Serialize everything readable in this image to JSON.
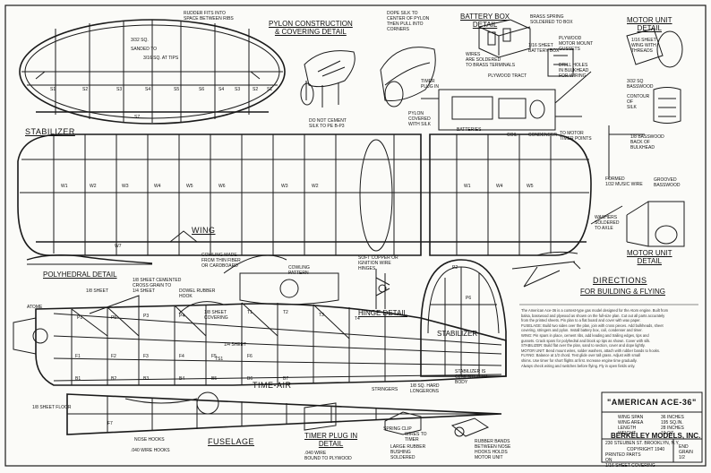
{
  "titles": {
    "pylon": "PYLON CONSTRUCTION\n& COVERING DETAIL",
    "battery": "BATTERY BOX\nDETAIL",
    "motor_unit": "MOTOR UNIT\nDETAIL",
    "stabilizer": "STABILIZER",
    "wing": "WING",
    "polyhedral": "POLYHEDRAL DETAIL",
    "hinge": "HINGE DETAIL",
    "directions": "DIRECTIONS",
    "directions_sub": "FOR BUILDING & FLYING",
    "fuselage": "FUSELAGE",
    "timer": "TIMER PLUG IN\nDETAIL",
    "motor_unit_bottom": "MOTOR UNIT\nDETAIL",
    "stabilizer_fus": "STABILIZER",
    "time_air": "TIME-AIR"
  },
  "notes": {
    "rudder_fits": "RUDDER FITS INTO\nSPACE BETWEEN RIBS",
    "dope_silk": "DOPE SILK TO\nCENTER OF PYLON\nTHEN PULL INTO\nCORNERS",
    "brass_spring": "BRASS SPRING\nSOLDERED TO BOX",
    "wires_soldered": "WIRES\nARE SOLDERED\nTO BRASS TERMINALS",
    "plywood_mount": "PLYWOOD\nMOTOR MOUNT\nGUSSETS",
    "drill_holes": "DRILL HOLES\nIN BULKHEAD\nFOR WIRING",
    "timer_plug": "TIMER\nPLUG IN",
    "plywood_tract": "PLYWOOD TRACT",
    "batteries": "BATTERIES",
    "coil": "COIL",
    "condenser": "CONDENSER",
    "to_motor": "TO MOTOR\nTIMER POINTS",
    "do_not_cement": "DO NOT CEMENT\nSILK TO PE B-P3",
    "pylon_covered": "PYLON\nCOVERED\nWITH SILK",
    "cowling_made": "COWLING MADE\nFROM THIN FIBER\nOR CARDBOARD",
    "cowling_pattern": "COWLING\nPATTERN",
    "soft_copper": "SOFT COPPER OR\nIGNITION WIRE\nHINGES",
    "washers": "WASHERS\nSOLDERED\nTO AXLE",
    "formed_wire": "FORMED\n1/32 MUSIC WIRE",
    "grooved_basswood": "GROOVED\nBASSWOOD",
    "contour": "CONTOUR\nOF\nSILK",
    "basswood_back": "1/8 BASSWOOD\nBACK OF\nBULKHEAD",
    "dowel_rubber": "DOWEL RUBBER\nHOOK",
    "sheet_cemented": "1/8 SHEET CEMENTED\nCROSS GRAIN TO\n1/4 SHEET",
    "sheet_covering": "1/8 SHEET\nCOVERING",
    "stab_cemented": "STABILIZER IS\nCEMENTED TO\nBODY",
    "stringers": "STRINGERS",
    "hard_longerons": "1/8 SQ. HARD\nLONGERONS",
    "sheet_floor": "1/8 SHEET FLOOR",
    "nose_hooks": "NOSE HOOKS",
    "wire_hooks": ".040 WIRE HOOKS",
    "bound_plywood": ".040 WIRE\nBOUND TO PLYWOOD",
    "spring_clip": "SPRING CLIP",
    "wires_to_timer": "WIRES TO\nTIMER",
    "large_rubber": "LARGE RUBBER\nBUSHING\nSOLDERED",
    "rubber_bands": "RUBBER BANDS\nBETWEEN NOSE\nHOOKS HOLDS\nMOTOR UNIT",
    "atome": "ATOME",
    "sheet_pylon": "1/8 SHEET",
    "sheet_b4": "1/4 SHEET",
    "three_q_sq": "3/32 SQ.",
    "sanded": "SANDED TO",
    "sq_at_tips": "3/16 SQ. AT TIPS",
    "brass_box": "1/16 SHEET\nBATTERY BOX",
    "sq_basswood": "3/32 SQ\nBASSWOOD",
    "wing_sheet": "1/16 SHEET\nWING WITH\nTHREADS"
  },
  "rib_labels": {
    "stab": [
      "S1",
      "S2",
      "S3",
      "S4",
      "S5",
      "S6",
      "S4",
      "S3",
      "S2",
      "S1",
      "S7"
    ],
    "wing": [
      "W1",
      "W2",
      "W3",
      "W4",
      "W5",
      "W6",
      "W7",
      "W3",
      "W2",
      "W1",
      "W4",
      "W5"
    ],
    "fus": [
      "F1",
      "F2",
      "F3",
      "F4",
      "F5",
      "F6",
      "F7",
      "B1",
      "B2",
      "B3",
      "B4",
      "B5",
      "B6",
      "B7",
      "T1",
      "T2",
      "T3",
      "T4",
      "P1",
      "P2",
      "P3",
      "P4",
      "P5",
      "P6",
      "TS1"
    ]
  },
  "directions_body": "The American Ace-36 is a contest-type gas model designed for the Atom engine. Built from\nbalsa, basswood and plywood as shown on the full-size plan. Cut out all parts accurately\nfrom the printed sheets. Pin plan to a flat board and cover with wax paper.\nFUSELAGE: Build two sides over the plan, join with cross pieces. Add bulkheads, sheet\ncovering, stringers and pylon. Install battery box, coil, condenser and timer.\nWING: Pin spars in place, cement ribs, add leading and trailing edges, tips and\ngussets. Crack spars for polyhedral and block up tips as shown. Cover with silk.\nSTABILIZER: Build flat over the plan, sand to section, cover and dope lightly.\nMOTOR UNIT: Bend mount wires, solder washers, attach with rubber bands to hooks.\nFLYING: Balance at 1/3 chord. Test glide over tall grass. Adjust with small\nshims. Use timer for short flights at first. Increase engine time gradually.\nAlways check wiring and switches before flying. Fly in open fields only.",
  "title_block": {
    "name": "\"AMERICAN ACE-36\"",
    "specs_left": "WING SPAN\nWING AREA\nLENGTH\nWEIGHT",
    "specs_right": "36 INCHES\n195 SQ.IN.\n28 INCHES\n10 OZ.",
    "company": "BERKELEY MODELS, INC.",
    "address": "230 STEUBEN ST.          BROOKLYN, N.Y.",
    "copyright": "COPYRIGHT 1940",
    "printed": "PRINTED PARTS\nON\n1/16 SHEET COVERING",
    "end": "END\nGRAIN\n1/2"
  }
}
